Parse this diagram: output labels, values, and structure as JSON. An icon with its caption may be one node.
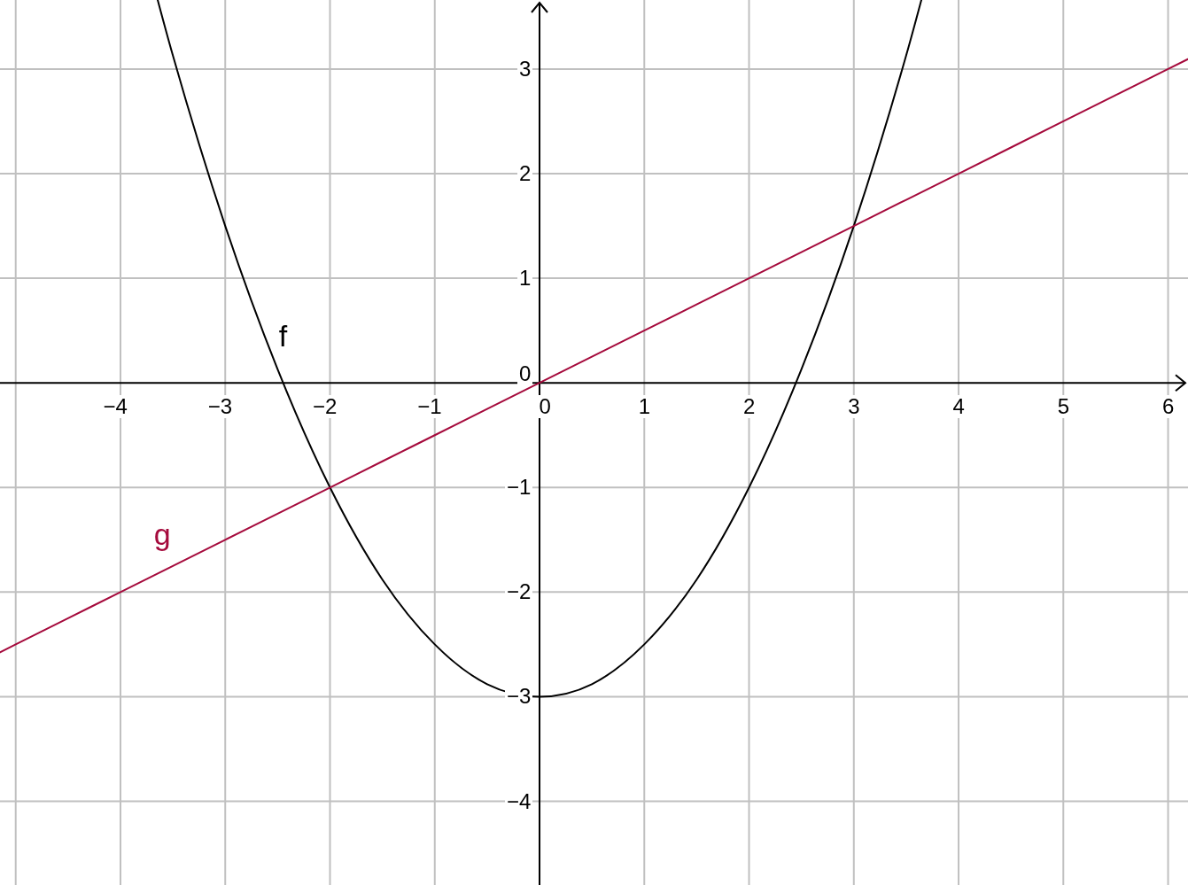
{
  "diagram": {
    "chart_data": {
      "type": "line",
      "x": [
        -5,
        -4.5,
        -4,
        -3.5,
        -3,
        -2.5,
        -2,
        -1.5,
        -1,
        -0.5,
        0,
        0.5,
        1,
        1.5,
        2,
        2.5,
        3,
        3.5,
        4,
        4.5,
        5,
        5.5,
        6
      ],
      "series": [
        {
          "name": "f",
          "color": "#000000",
          "values": [
            null,
            null,
            null,
            3.13,
            1.5,
            0.13,
            -1,
            -1.88,
            -2.5,
            -2.88,
            -3,
            -2.88,
            -2.5,
            -1.88,
            -1,
            0.13,
            1.5,
            3.13,
            null,
            null,
            null,
            null,
            null
          ]
        },
        {
          "name": "g",
          "color": "#a50a3c",
          "values": [
            -2.5,
            -2.25,
            -2,
            -1.75,
            -1.5,
            -1.25,
            -1,
            -0.75,
            -0.5,
            -0.25,
            0,
            0.25,
            0.5,
            0.75,
            1,
            1.25,
            1.5,
            1.75,
            2,
            2.25,
            2.5,
            2.75,
            3
          ]
        }
      ],
      "xlim": [
        -5.15,
        6.19
      ],
      "ylim": [
        -4.8,
        3.66
      ],
      "grid": true,
      "xticks": [
        {
          "value": -4,
          "label": "−4"
        },
        {
          "value": -3,
          "label": "−3"
        },
        {
          "value": -2,
          "label": "−2"
        },
        {
          "value": -1,
          "label": "−1"
        },
        0,
        1,
        2,
        3,
        4,
        5,
        6
      ],
      "yticks": [
        {
          "value": -4,
          "label": "−4"
        },
        {
          "value": -3,
          "label": "−3"
        },
        {
          "value": -2,
          "label": "−2"
        },
        {
          "value": -1,
          "label": "−1"
        },
        0,
        1,
        2,
        3
      ]
    }
  }
}
